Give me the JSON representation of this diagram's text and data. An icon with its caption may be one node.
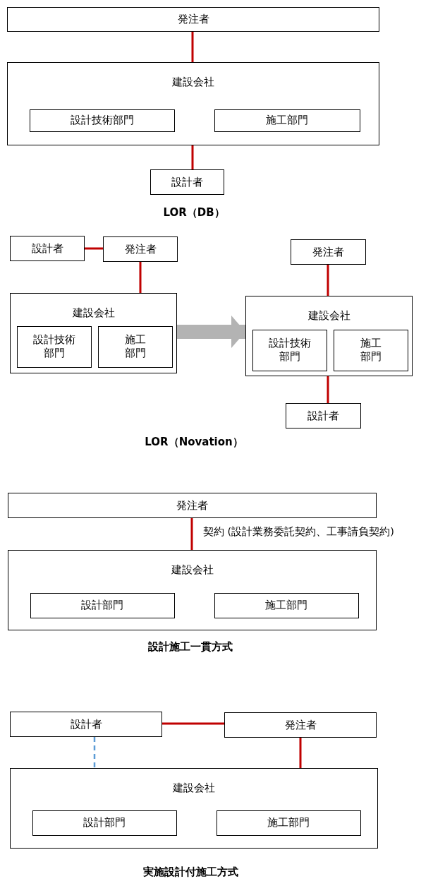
{
  "diagram": {
    "nodes": [
      {
        "text": [
          "発注者"
        ]
      },
      {
        "text": [
          "建設会社"
        ]
      },
      {
        "text": [
          "設計技術部門"
        ],
        "in": 1
      },
      {
        "text": [
          "施工部門"
        ],
        "in": 1
      },
      {
        "text": [
          "設計者"
        ]
      },
      {
        "text": [
          "設計者"
        ]
      },
      {
        "text": [
          "発注者"
        ]
      },
      {
        "text": [
          "建設会社"
        ]
      },
      {
        "text": [
          "設計技術部門"
        ],
        "in": 7
      },
      {
        "text": [
          "施工部門"
        ],
        "in": 7
      },
      {
        "text": [
          "発注者"
        ]
      },
      {
        "text": [
          "建設会社"
        ]
      },
      {
        "text": [
          "設計技術部門"
        ],
        "in": 11
      },
      {
        "text": [
          "施工部門"
        ],
        "in": 11
      },
      {
        "text": [
          "設計者"
        ]
      },
      {
        "text": [
          "発注者"
        ]
      },
      {
        "text": [
          "建設会社"
        ]
      },
      {
        "text": [
          "設計部門"
        ],
        "in": 16
      },
      {
        "text": [
          "施工部門"
        ],
        "in": 16
      },
      {
        "text": [
          "設計者"
        ]
      },
      {
        "text": [
          "発注者"
        ]
      },
      {
        "text": [
          "建設会社"
        ]
      },
      {
        "text": [
          "設計部門"
        ],
        "in": 21
      },
      {
        "text": [
          "施工部門"
        ],
        "in": 21
      }
    ],
    "edges": [
      {
        "from": 0,
        "to": 1,
        "arrow": "none"
      },
      {
        "from": 1,
        "to": 4,
        "arrow": "none"
      },
      {
        "from": 5,
        "to": 6,
        "arrow": "none"
      },
      {
        "from": 6,
        "to": 7,
        "arrow": "none"
      },
      {
        "from": 7,
        "to": 11,
        "arrow": "to",
        "style": "thick",
        "color": "#b3b3b3"
      },
      {
        "from": 10,
        "to": 11,
        "arrow": "none"
      },
      {
        "from": 11,
        "to": 14,
        "arrow": "none"
      },
      {
        "from": 15,
        "to": 16,
        "arrow": "none",
        "label": "契約 (設計業務委託契約、工事請負契約)"
      },
      {
        "from": 19,
        "to": 20,
        "arrow": "none"
      },
      {
        "from": 20,
        "to": 21,
        "arrow": "none"
      },
      {
        "from": 19,
        "to": 21,
        "arrow": "none",
        "style": "dashed",
        "color": "#5b9bd5"
      }
    ],
    "labels": [
      "LOR（DB）",
      "LOR（Novation）",
      "設計施工一貫方式",
      "実施設計付施工方式"
    ]
  }
}
